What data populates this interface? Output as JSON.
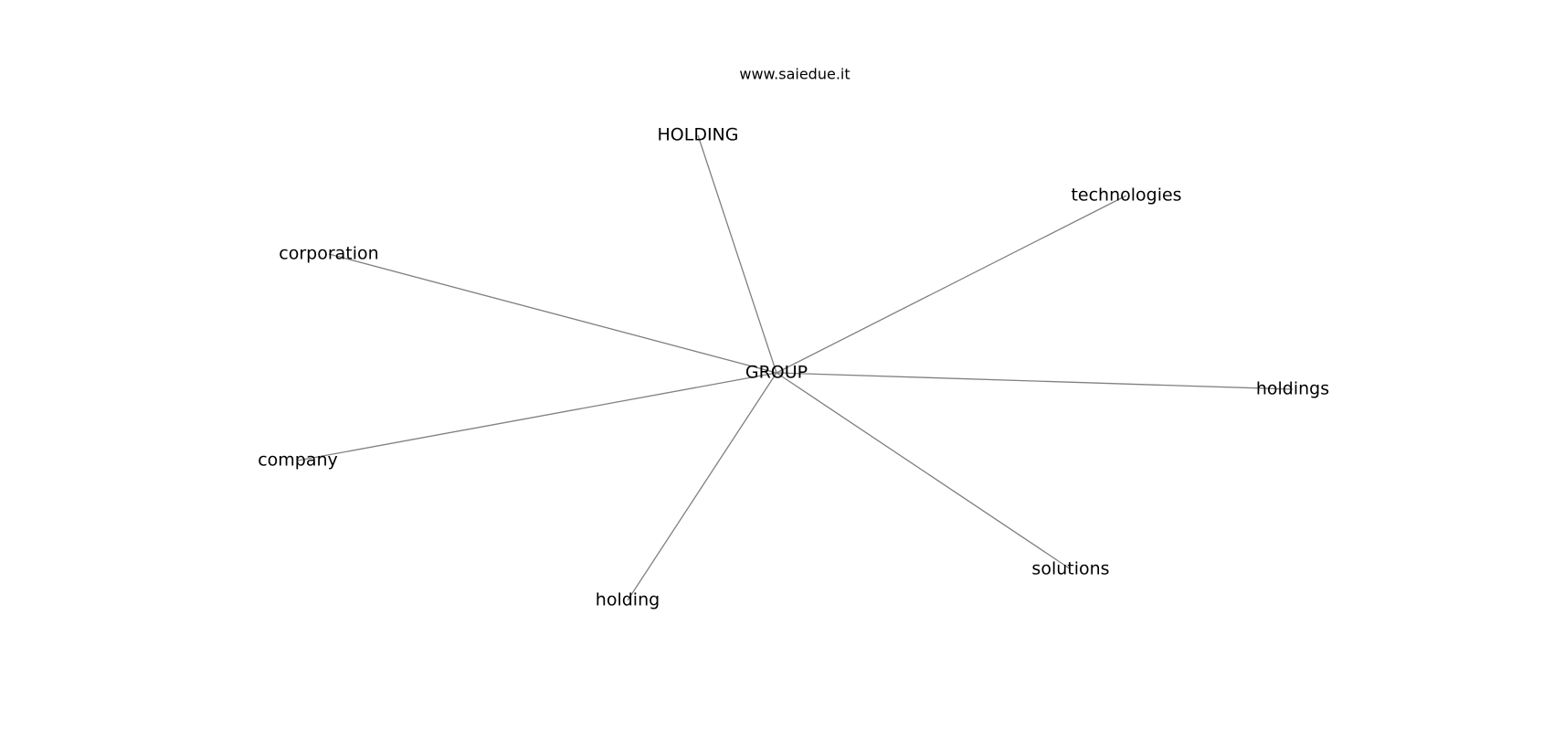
{
  "title": "www.saiedue.it",
  "colors": {
    "edge": "#808080",
    "text": "#000000",
    "background": "#ffffff"
  },
  "graph": {
    "center": "GROUP",
    "nodes": [
      "GROUP",
      "HOLDING",
      "technologies",
      "corporation",
      "holdings",
      "company",
      "solutions",
      "holding"
    ],
    "edges": [
      [
        "GROUP",
        "HOLDING"
      ],
      [
        "GROUP",
        "technologies"
      ],
      [
        "GROUP",
        "corporation"
      ],
      [
        "GROUP",
        "holdings"
      ],
      [
        "GROUP",
        "company"
      ],
      [
        "GROUP",
        "solutions"
      ],
      [
        "GROUP",
        "holding"
      ]
    ]
  }
}
